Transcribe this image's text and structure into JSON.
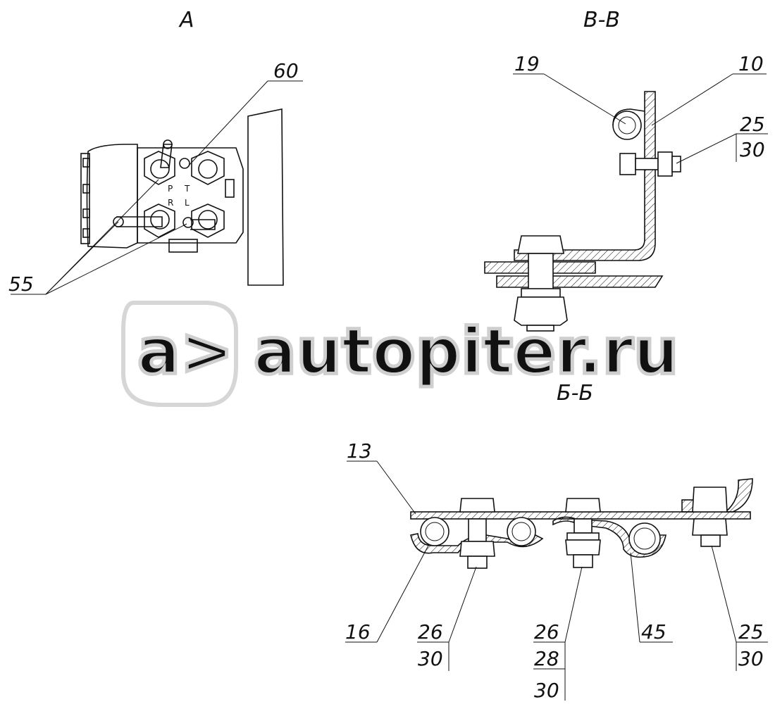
{
  "views": {
    "view_a": "А",
    "view_b": "В-В",
    "view_c": "Б-Б"
  },
  "labels": {
    "l60": "60",
    "l55": "55",
    "l19": "19",
    "l10": "10",
    "l25a": "25",
    "l30a": "30",
    "l13": "13",
    "l16": "16",
    "l26a": "26",
    "l30b": "30",
    "l26b": "26",
    "l28": "28",
    "l30c": "30",
    "l45": "45",
    "l25b": "25",
    "l30d": "30"
  },
  "port_marks": [
    "P",
    "T",
    "R",
    "L"
  ],
  "watermark": {
    "logo": "a>",
    "text": "autopiter.ru"
  }
}
